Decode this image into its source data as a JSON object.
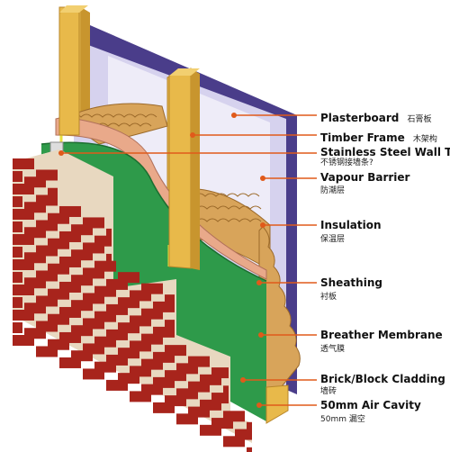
{
  "labels": [
    {
      "id": "plasterboard",
      "en": "Plasterboard",
      "zh": "石膏板"
    },
    {
      "id": "timber-frame",
      "en": "Timber Frame",
      "zh": "木架构"
    },
    {
      "id": "wall-tie",
      "en": "Stainless Steel Wall Tie",
      "zh": "不锈钢接墙条?"
    },
    {
      "id": "vapour-barrier",
      "en": "Vapour Barrier",
      "zh": "防潮层"
    },
    {
      "id": "insulation",
      "en": "Insulation",
      "zh": "保温层"
    },
    {
      "id": "sheathing",
      "en": "Sheathing",
      "zh": "衬板"
    },
    {
      "id": "breather-membrane",
      "en": "Breather Membrane",
      "zh": "透气膜"
    },
    {
      "id": "cladding",
      "en": "Brick/Block Cladding",
      "zh": "墙砖"
    },
    {
      "id": "air-cavity",
      "en": "50mm Air Cavity",
      "zh": "50mm 漏空"
    }
  ],
  "colors": {
    "brick": "#a8241c",
    "mortar": "#e8d8c0",
    "membrane": "#2e9a4a",
    "sheathing": "#e9a98a",
    "insulation": "#d8a45a",
    "timber": "#e8b94a",
    "vapour": "#c8c4e8",
    "plasterboard": "#4a3d8a",
    "leader": "#e05a1a"
  }
}
